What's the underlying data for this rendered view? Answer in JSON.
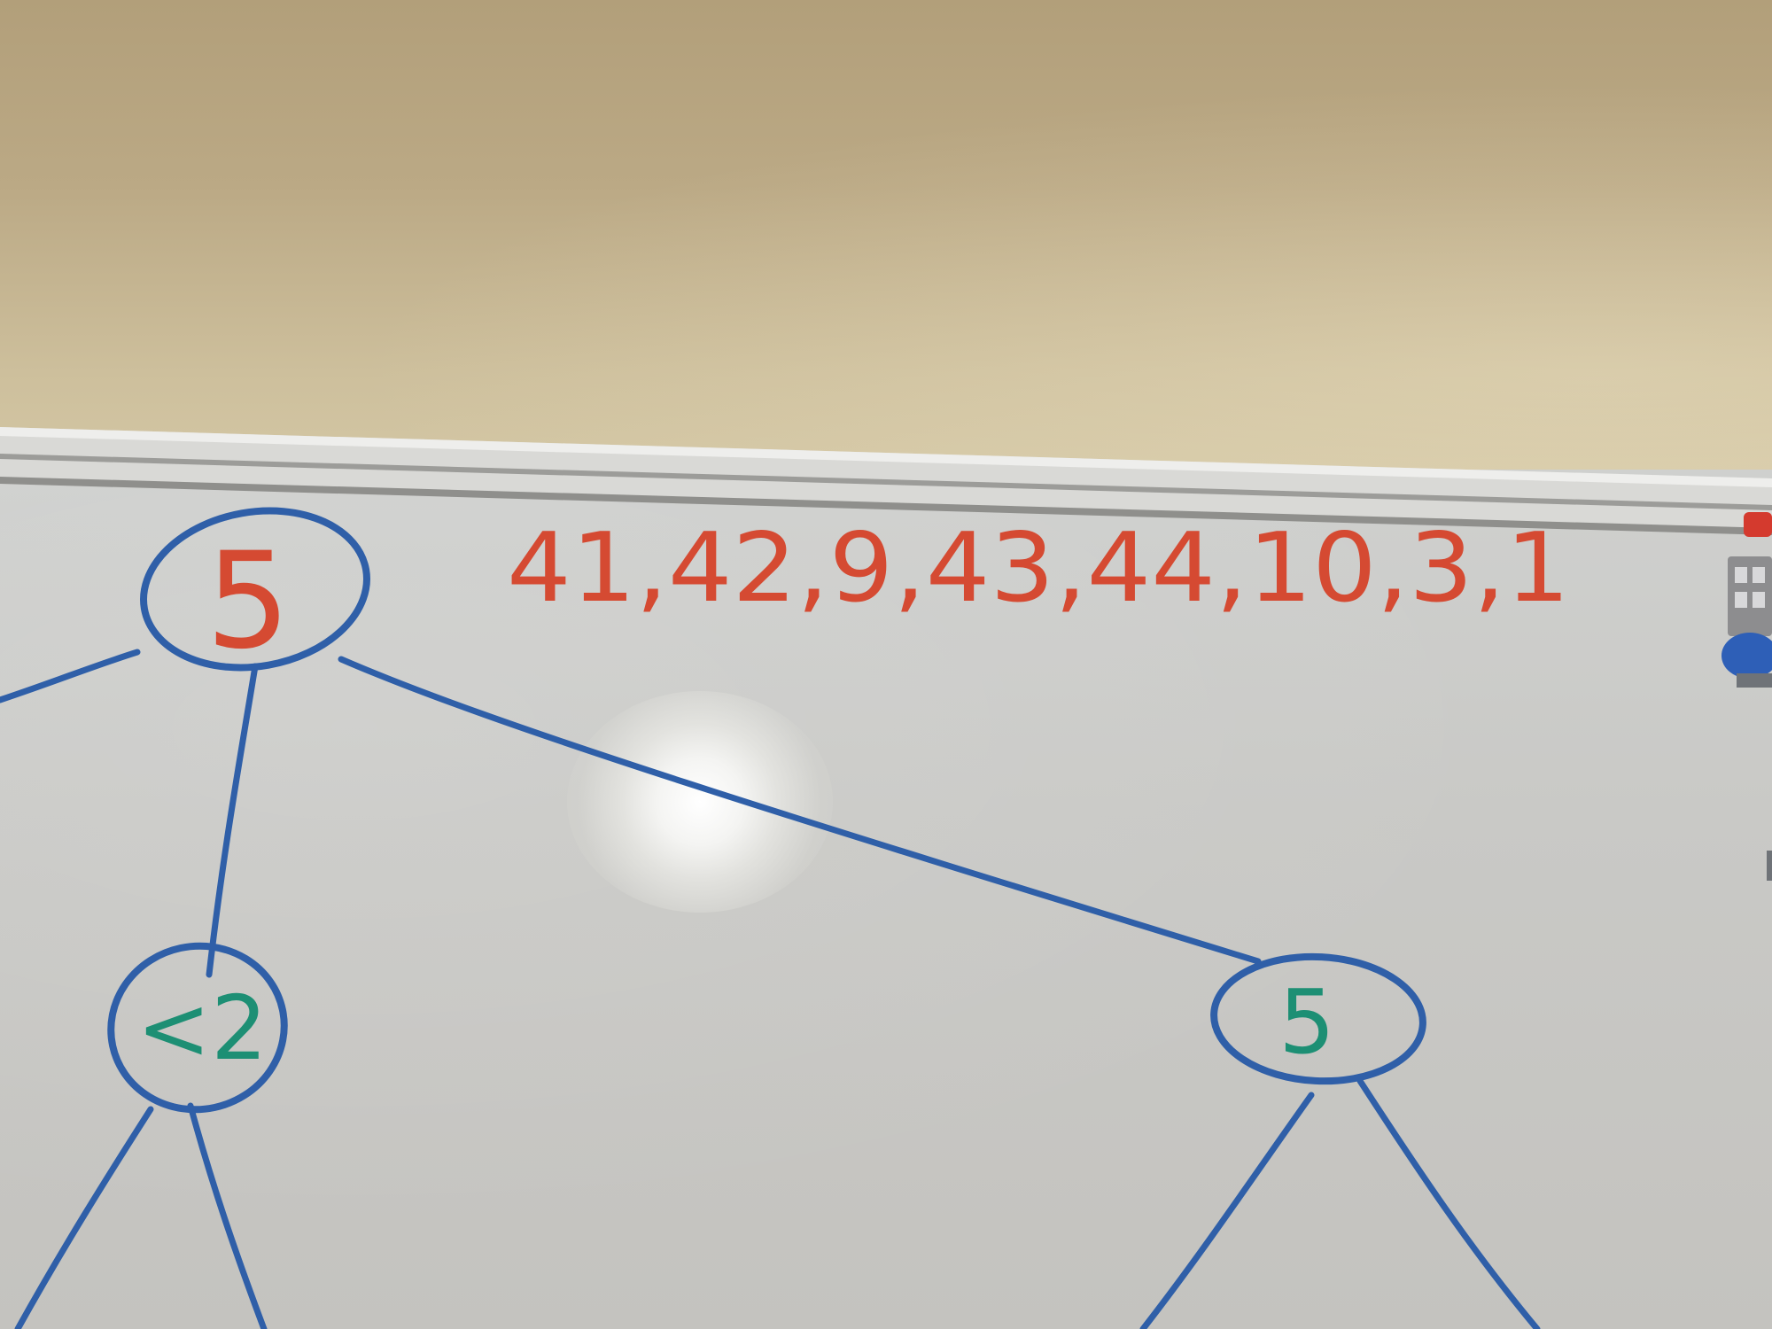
{
  "scene": {
    "description_kind": "photo-whiteboard",
    "colors": {
      "marker_red": "#d54a32",
      "marker_blue": "#2f5fa8",
      "marker_green": "#1d8f74",
      "wall": "#b9a783",
      "board": "#c9c9c6",
      "rail": "#b9b9b6"
    }
  },
  "sequence": {
    "text": "41,42,9,43,44,10,3,1"
  },
  "tree": {
    "root_label": "5",
    "left_child_label": "<2",
    "right_child_label": "5"
  },
  "clip": {
    "icon": "red-magnetic-clip-icon"
  }
}
